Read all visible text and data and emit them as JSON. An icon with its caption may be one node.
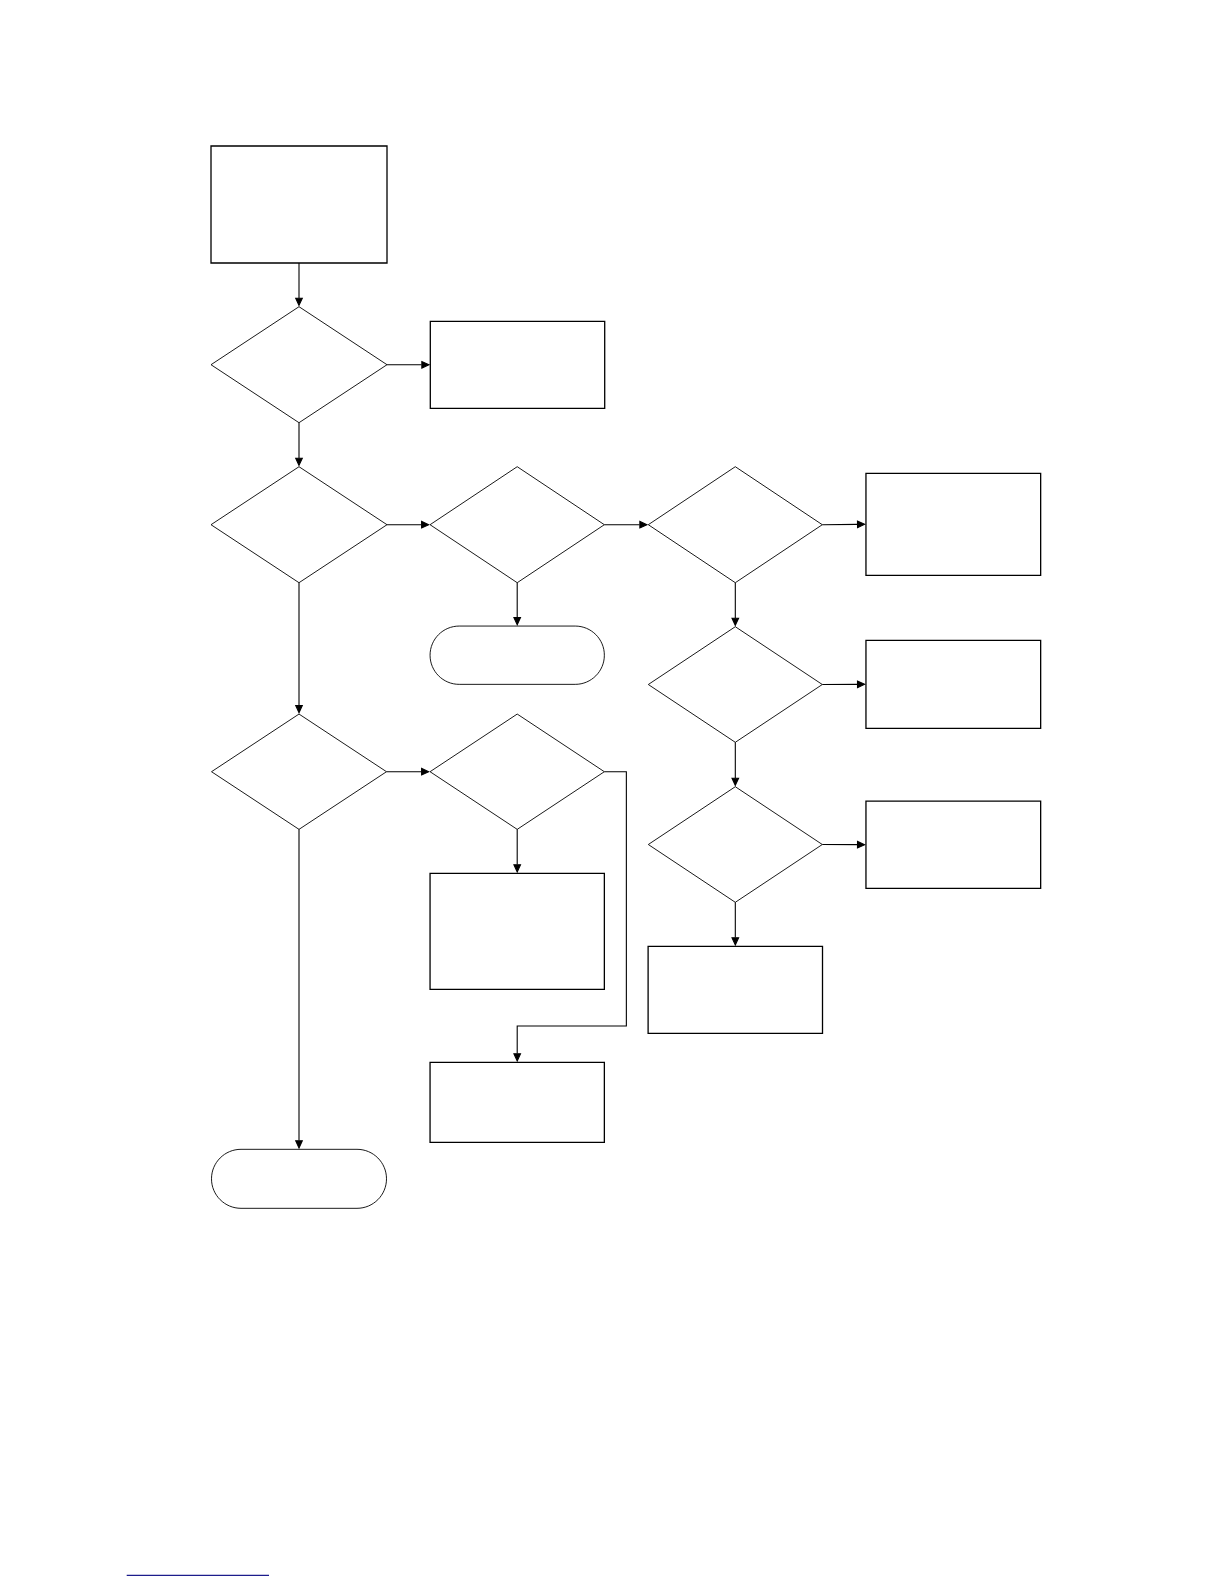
{
  "diagram": {
    "nodes": [
      {
        "text": [],
        "shape": "box"
      },
      {
        "text": [],
        "shape": "diamond"
      },
      {
        "text": [],
        "shape": "box"
      },
      {
        "text": [],
        "shape": "diamond"
      },
      {
        "text": [],
        "shape": "diamond"
      },
      {
        "text": [],
        "shape": "diamond"
      },
      {
        "text": [],
        "shape": "box"
      },
      {
        "text": [],
        "shape": "capsule"
      },
      {
        "text": [],
        "shape": "diamond"
      },
      {
        "text": [],
        "shape": "box"
      },
      {
        "text": [],
        "shape": "diamond"
      },
      {
        "text": [],
        "shape": "diamond"
      },
      {
        "text": [],
        "shape": "diamond"
      },
      {
        "text": [],
        "shape": "box"
      },
      {
        "text": [],
        "shape": "box"
      },
      {
        "text": [],
        "shape": "box"
      },
      {
        "text": [],
        "shape": "box"
      },
      {
        "text": [],
        "shape": "capsule"
      }
    ],
    "edges": [
      {
        "from": 0,
        "to": 1,
        "arrow": "to"
      },
      {
        "from": 1,
        "to": 2,
        "arrow": "to"
      },
      {
        "from": 1,
        "to": 3,
        "arrow": "to"
      },
      {
        "from": 3,
        "to": 4,
        "arrow": "to"
      },
      {
        "from": 4,
        "to": 7,
        "arrow": "to"
      },
      {
        "from": 4,
        "to": 5,
        "arrow": "to"
      },
      {
        "from": 5,
        "to": 6,
        "arrow": "to"
      },
      {
        "from": 5,
        "to": 8,
        "arrow": "to"
      },
      {
        "from": 8,
        "to": 9,
        "arrow": "to"
      },
      {
        "from": 8,
        "to": 12,
        "arrow": "to"
      },
      {
        "from": 12,
        "to": 13,
        "arrow": "to"
      },
      {
        "from": 12,
        "to": 15,
        "arrow": "to"
      },
      {
        "from": 3,
        "to": 10,
        "arrow": "to"
      },
      {
        "from": 10,
        "to": 11,
        "arrow": "to"
      },
      {
        "from": 11,
        "to": 14,
        "arrow": "to"
      },
      {
        "from": 11,
        "to": 16,
        "arrow": "to"
      },
      {
        "from": 10,
        "to": 17,
        "arrow": "to"
      }
    ]
  }
}
